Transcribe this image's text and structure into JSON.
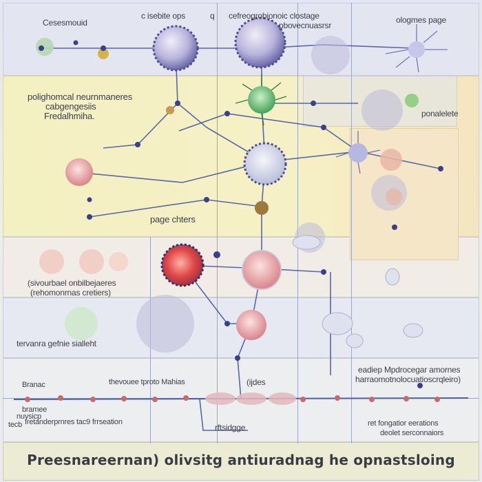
{
  "labels": {
    "top_left": "Cesesmouid",
    "top_center_a": "c isebite ops",
    "top_center_b": "q",
    "top_center_c": "cefreogrobionoic clostage",
    "top_center_d": "pbovecnuasrsr",
    "top_right": "ologmes page",
    "mid_left_1": "polighomcal neurnmaneres",
    "mid_left_2": "cabgengesiis",
    "mid_left_3": "Fredalhmiha.",
    "mid_right": "ponalelete",
    "mid_center": "page chters",
    "row3_left_1": "(sivourbael onbilbejaeres",
    "row3_left_2": "(rehomonrnas cretiers)",
    "row4_left": "tervanra gefnie sialleht",
    "row5_left_a": "Branac",
    "row5_left_b": "bramee",
    "row5_center_a": "thevouee tproto Mahias",
    "row5_center_b": "(ijdes",
    "row5_right_1": "eadiep Mpdrocegar amornes",
    "row5_right_2": "harraomotnolocuatioscrqleiro)",
    "bottom_left_a": "nuysicp",
    "bottom_left_b": "tecb",
    "bottom_left_c": "Iretanderprnres tac9 frrseation",
    "bottom_center": "rftsidgge",
    "bottom_right_1": "ret fongatior eerations",
    "bottom_right_2": "deolet serconnaiors",
    "caption": "Preesnareernan) olivsitg antiuradnag he opnastsloing"
  },
  "colors": {
    "edge": "#3c4fa0",
    "node": "#3b3f8a",
    "accent_green": "#5fb865",
    "accent_red": "#d93a3a"
  }
}
